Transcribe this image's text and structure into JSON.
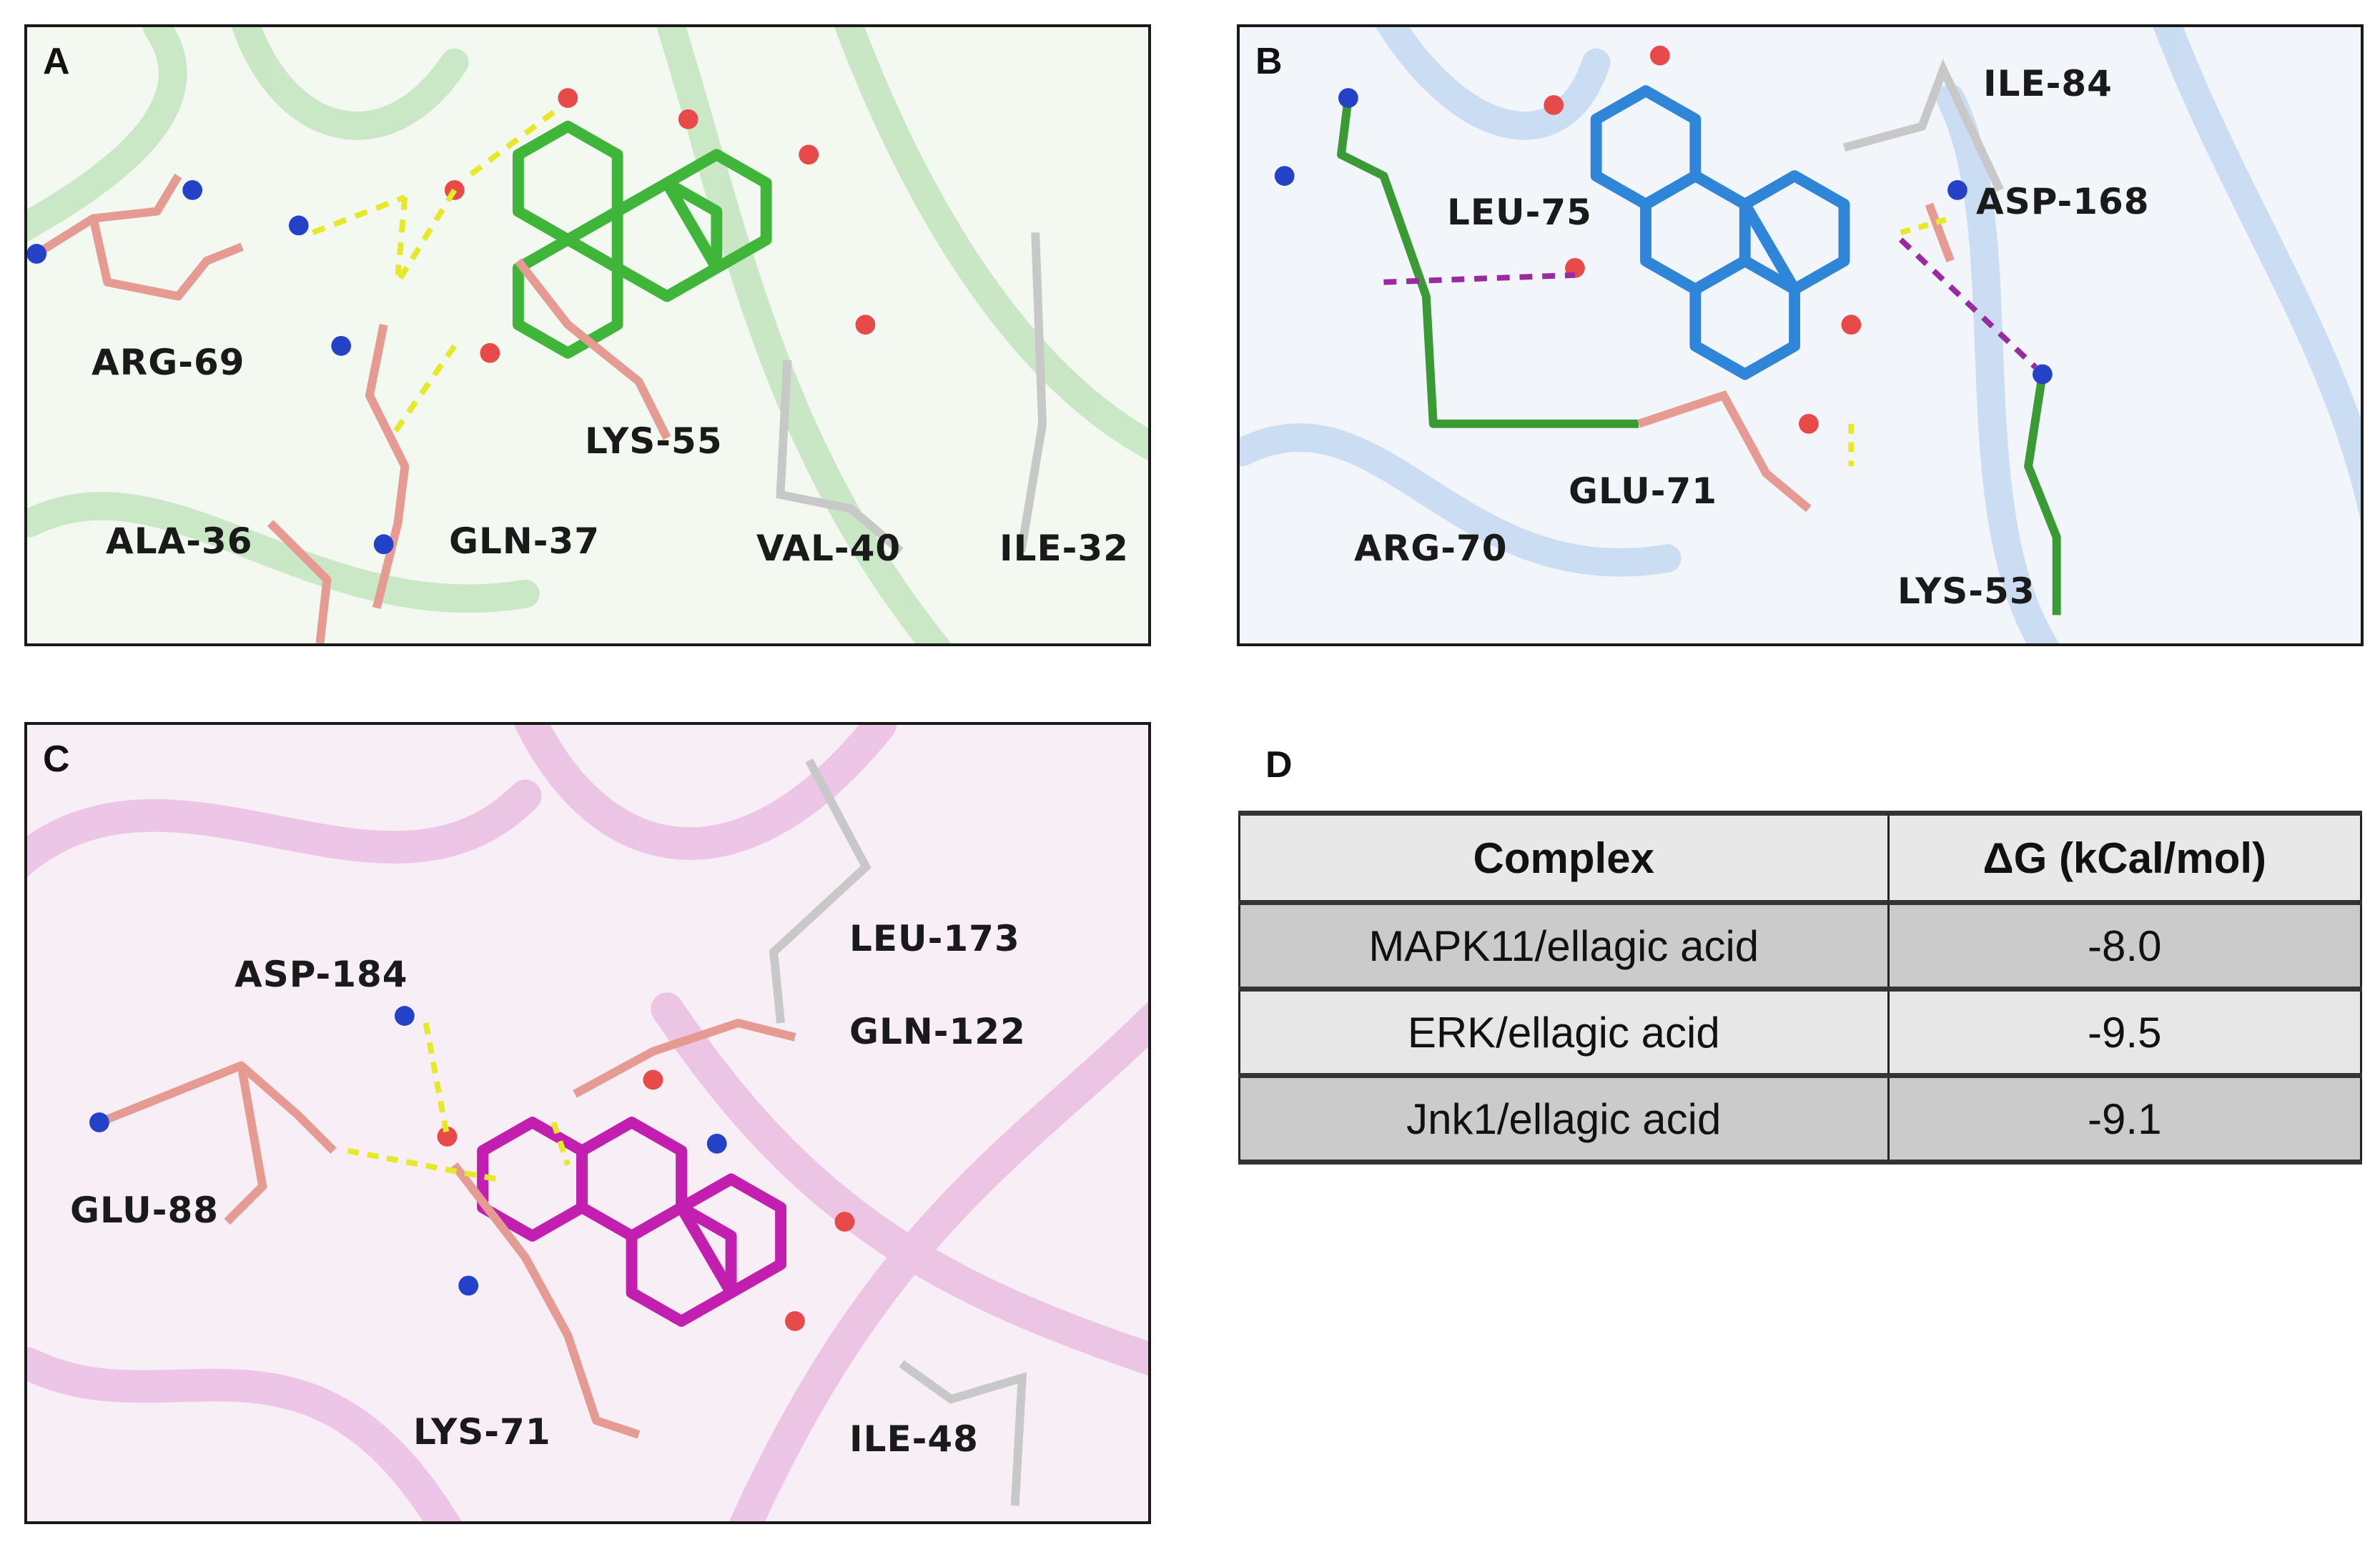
{
  "panels": {
    "A": {
      "letter": "A",
      "ligand_color": "#3fb53a",
      "cartoon_color": "#9fd69a",
      "residues": [
        "ARG-69",
        "ALA-36",
        "GLN-37",
        "LYS-55",
        "VAL-40",
        "ILE-32"
      ]
    },
    "B": {
      "letter": "B",
      "ligand_color": "#2f86d8",
      "cartoon_color": "#a9c9ec",
      "residues": [
        "ILE-84",
        "ASP-168",
        "LEU-75",
        "ARG-70",
        "GLU-71",
        "LYS-53"
      ]
    },
    "C": {
      "letter": "C",
      "ligand_color": "#c21fb0",
      "cartoon_color": "#e3a4d8",
      "residues": [
        "ASP-184",
        "LEU-173",
        "GLN-122",
        "GLU-88",
        "LYS-71",
        "ILE-48"
      ]
    },
    "D": {
      "letter": "D",
      "table": {
        "headers": [
          "Complex",
          "ΔG (kCal/mol)"
        ],
        "rows": [
          {
            "complex": "MAPK11/ellagic acid",
            "dg": "-8.0"
          },
          {
            "complex": "ERK/ellagic acid",
            "dg": "-9.5"
          },
          {
            "complex": "Jnk1/ellagic acid",
            "dg": "-9.1"
          }
        ]
      }
    }
  }
}
